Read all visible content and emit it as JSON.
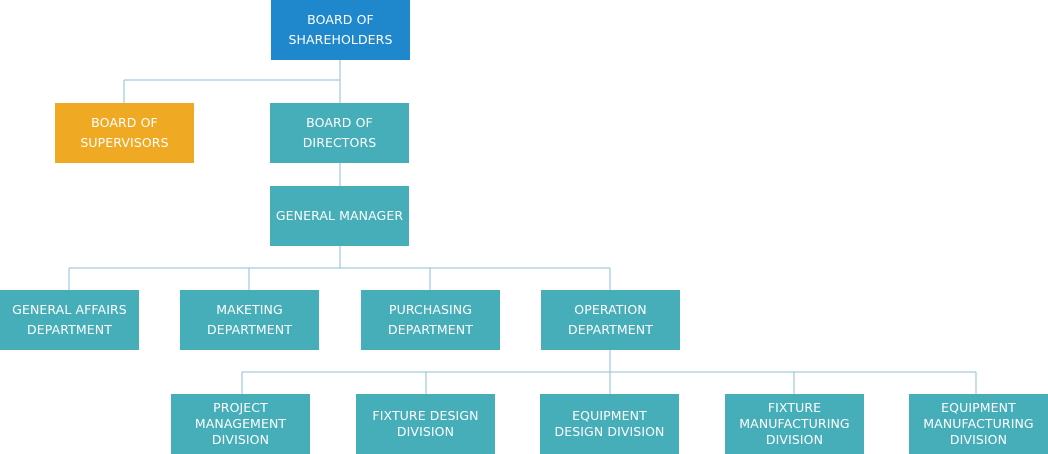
{
  "colors": {
    "top": "#1f88cc",
    "supervisors": "#f0a922",
    "node": "#45aeb9",
    "line": "#8fbfd8"
  },
  "chart": {
    "shareholders": "BOARD OF\nSHAREHOLDERS",
    "supervisors": "BOARD OF\nSUPERVISORS",
    "directors": "BOARD OF\nDIRECTORS",
    "general_manager": "GENERAL MANAGER",
    "departments": {
      "general_affairs": "GENERAL AFFAIRS\nDEPARTMENT",
      "marketing": "MAKETING\nDEPARTMENT",
      "purchasing": "PURCHASING\nDEPARTMENT",
      "operation": "OPERATION\nDEPARTMENT"
    },
    "divisions": {
      "project_management": "PROJECT\nMANAGEMENT\nDIVISION",
      "fixture_design": "FIXTURE DESIGN\nDIVISION",
      "equipment_design": "EQUIPMENT\nDESIGN DIVISION",
      "fixture_manufacturing": "FIXTURE\nMANUFACTURING\nDIVISION",
      "equipment_manufacturing": "EQUIPMENT\nMANUFACTURING\nDIVISION"
    }
  }
}
